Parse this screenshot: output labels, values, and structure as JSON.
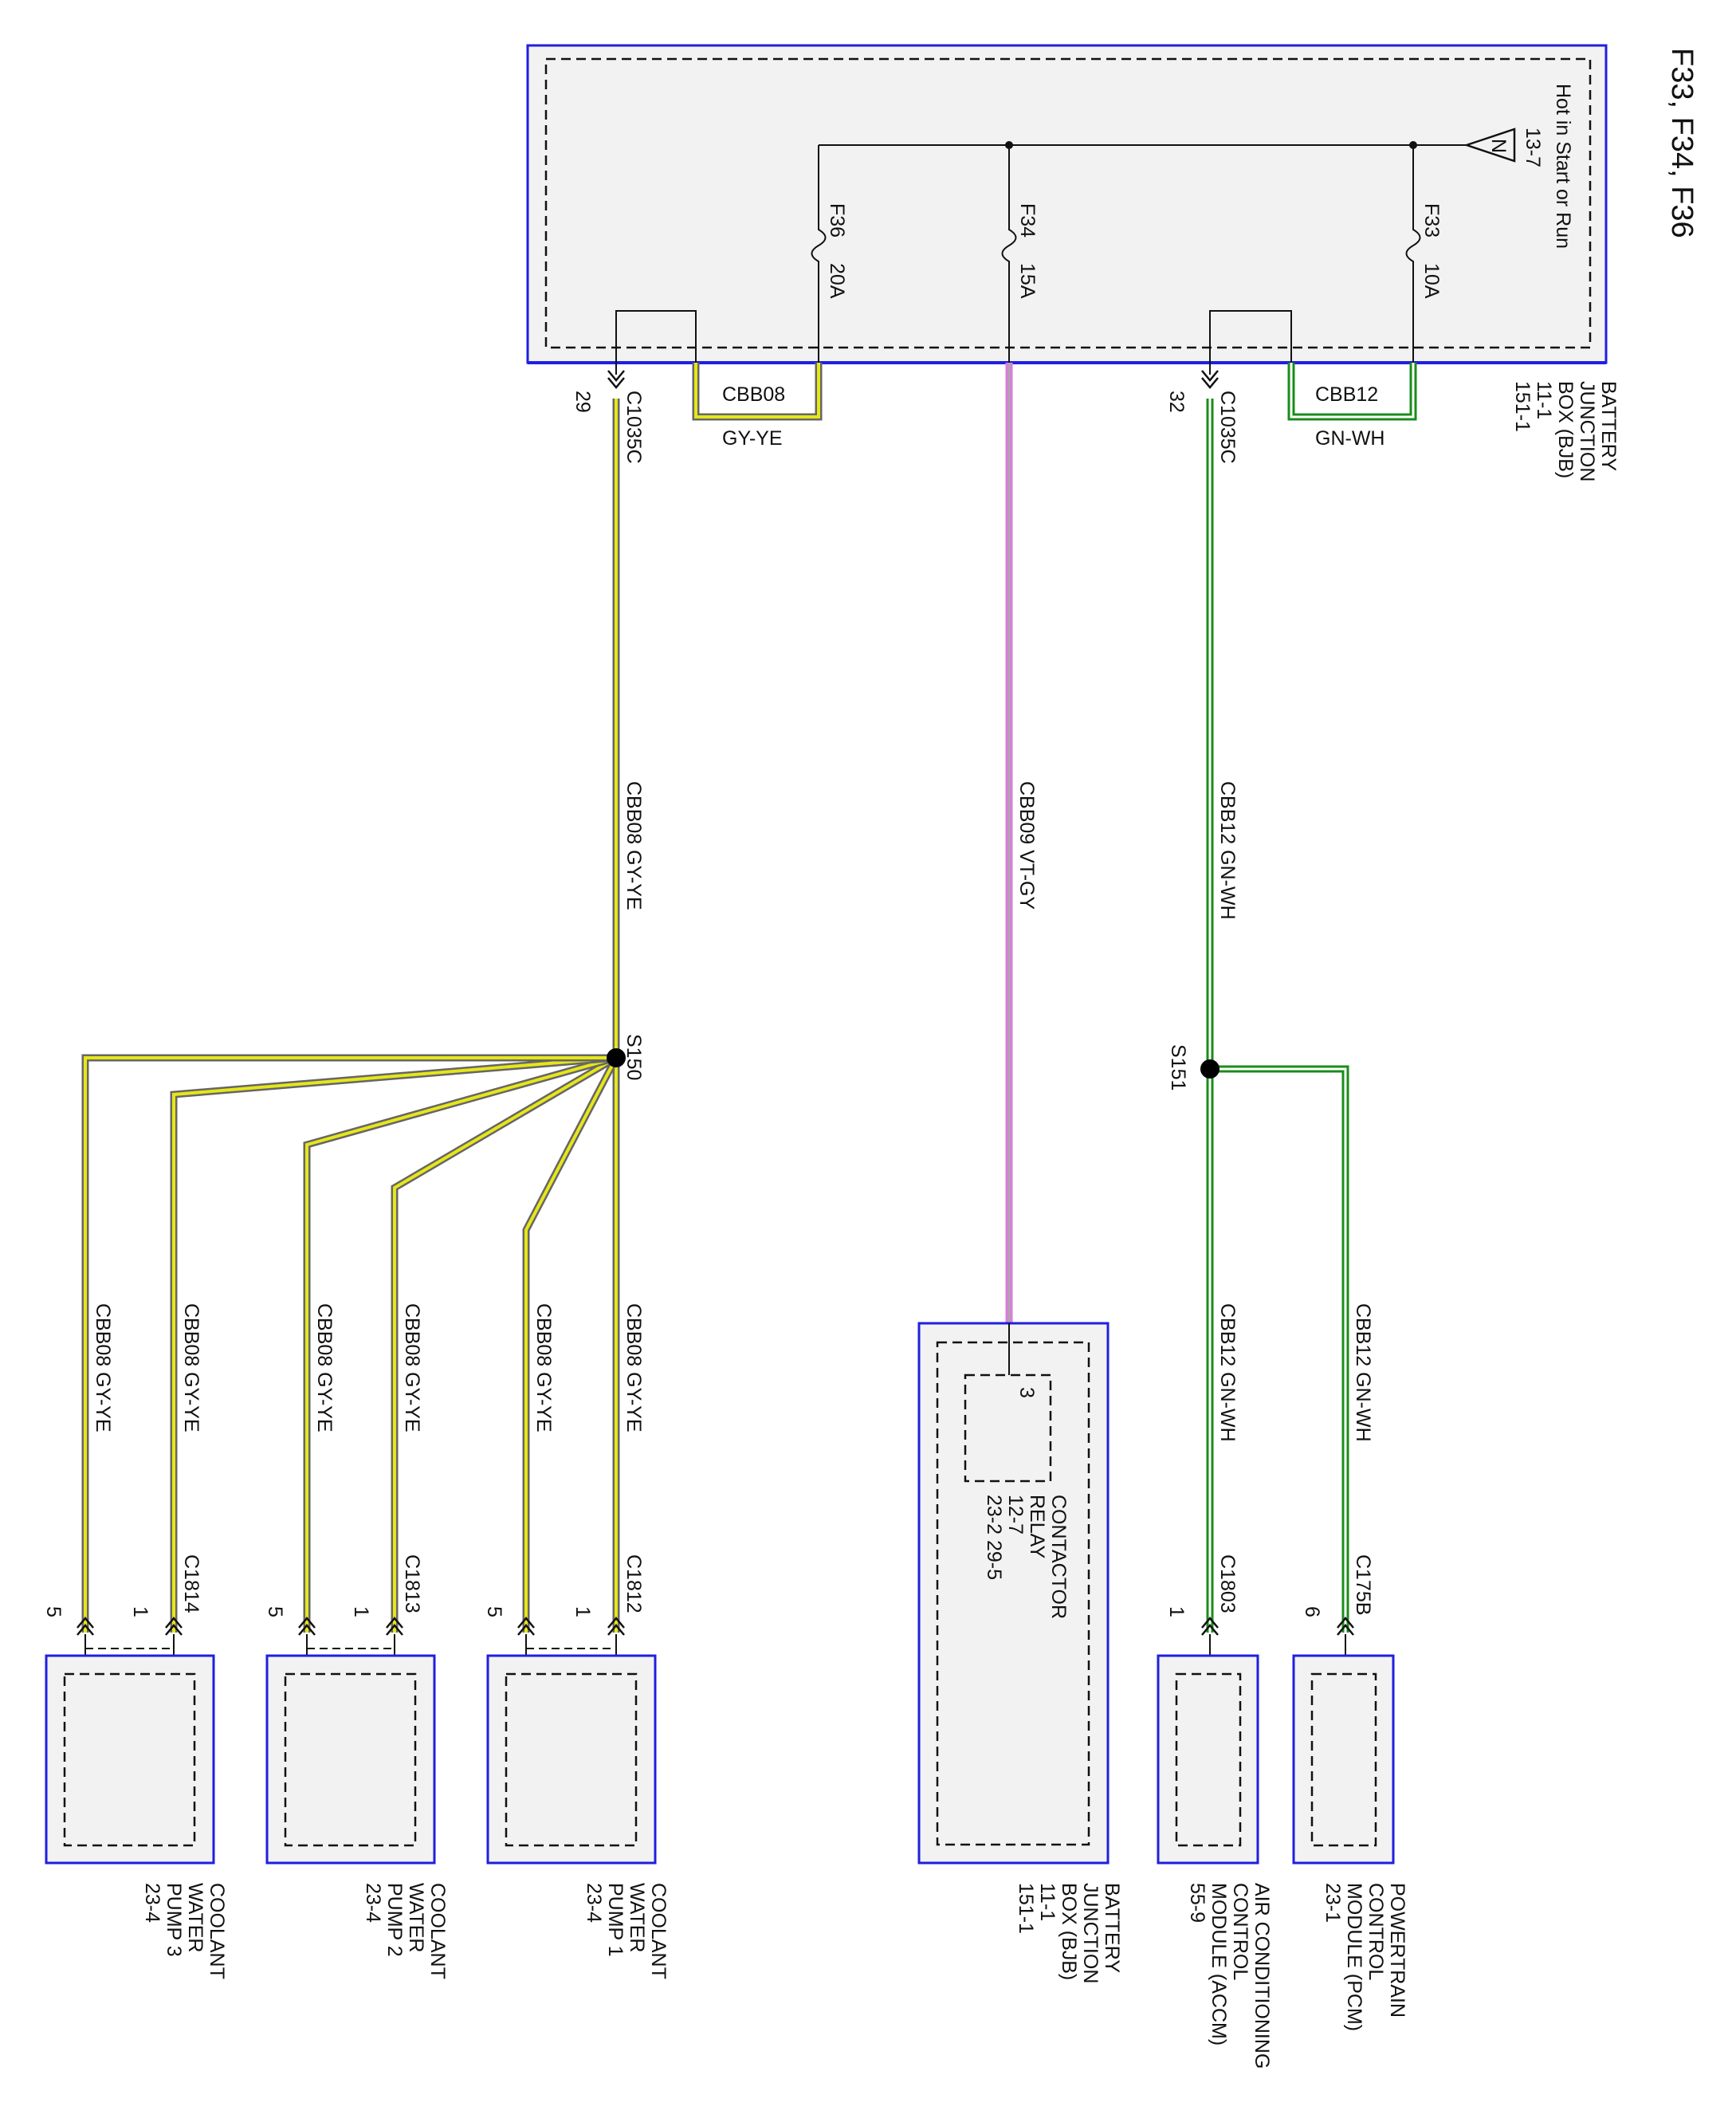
{
  "title": "F33, F34, F36",
  "bjb_top": {
    "name": [
      "BATTERY",
      "JUNCTION",
      "BOX (BJB)",
      "11-1",
      "151-1"
    ],
    "power_note": [
      "Hot in Start or Run",
      "13-7"
    ],
    "power_symbol": "N",
    "fuses": [
      {
        "id": "F33",
        "rating": "10A"
      },
      {
        "id": "F34",
        "rating": "15A"
      },
      {
        "id": "F36",
        "rating": "20A"
      }
    ]
  },
  "connectors": {
    "c1035c_32": {
      "name": "C1035C",
      "pin": "32"
    },
    "c1035c_29": {
      "name": "C1035C",
      "pin": "29"
    }
  },
  "wire_tags": {
    "cbb12": {
      "circuit": "CBB12",
      "color": "GN-WH"
    },
    "cbb08": {
      "circuit": "CBB08",
      "color": "GY-YE"
    }
  },
  "wire_labels": {
    "cbb12_trunk": "CBB12  GN-WH",
    "cbb09_trunk": "CBB09  VT-GY",
    "cbb08_trunk": "CBB08  GY-YE",
    "cbb12_branch": "CBB12  GN-WH",
    "cbb08_branch": "CBB08  GY-YE"
  },
  "splices": {
    "s151": "S151",
    "s150": "S150"
  },
  "loads": {
    "pcm": {
      "connector": "C175B",
      "pin": "6",
      "name": [
        "POWERTRAIN",
        "CONTROL",
        "MODULE (PCM)",
        "23-1"
      ]
    },
    "accm": {
      "connector": "C1803",
      "pin": "1",
      "name": [
        "AIR CONDITIONING",
        "CONTROL",
        "MODULE (ACCM)",
        "55-9"
      ]
    },
    "relay": {
      "pin": "3",
      "name": [
        "CONTACTOR",
        "RELAY",
        "12-7",
        "23-2    29-5"
      ]
    },
    "bjb_bottom": {
      "name": [
        "BATTERY",
        "JUNCTION",
        "BOX (BJB)",
        "11-1",
        "151-1"
      ]
    },
    "pump1": {
      "connector": "C1812",
      "pins": [
        "1",
        "5"
      ],
      "name": [
        "COOLANT",
        "WATER",
        "PUMP 1",
        "23-4"
      ]
    },
    "pump2": {
      "connector": "C1813",
      "pins": [
        "1",
        "5"
      ],
      "name": [
        "COOLANT",
        "WATER",
        "PUMP 2",
        "23-4"
      ]
    },
    "pump3": {
      "connector": "C1814",
      "pins": [
        "1",
        "5"
      ],
      "name": [
        "COOLANT",
        "WATER",
        "PUMP 3",
        "23-4"
      ]
    }
  },
  "colors": {
    "gn_wh": "#1a8c1a",
    "gy_ye": "#e6e61a",
    "gy_ye_edge": "#666666",
    "vt_gy": "#d67fd6",
    "module_border": "#1f1fe0"
  }
}
